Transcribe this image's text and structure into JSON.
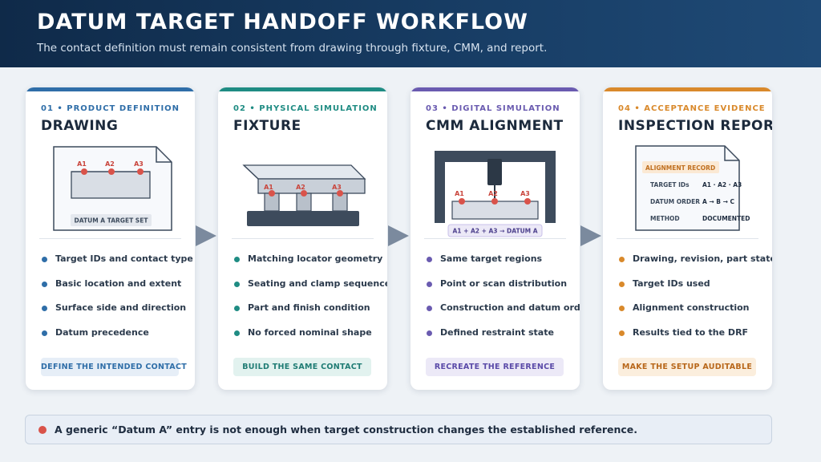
{
  "header": {
    "title": "DATUM TARGET HANDOFF WORKFLOW",
    "subtitle": "The contact definition must remain consistent from drawing through fixture, CMM, and report."
  },
  "colors": {
    "drawing": "#2f6ea8",
    "fixture": "#1f8c83",
    "cmm": "#6a5bb0",
    "report": "#d9892b",
    "target_dot": "#d9534a",
    "header_bg": "#0f2a49"
  },
  "cards": [
    {
      "step": "01 • PRODUCT DEFINITION",
      "title": "DRAWING",
      "illustration": {
        "targets": [
          "A1",
          "A2",
          "A3"
        ],
        "caption": "DATUM A TARGET SET"
      },
      "bullets": [
        "Target IDs and contact type",
        "Basic location and extent",
        "Surface side and direction",
        "Datum precedence"
      ],
      "pill": "DEFINE THE INTENDED CONTACT"
    },
    {
      "step": "02 • PHYSICAL SIMULATION",
      "title": "FIXTURE",
      "illustration": {
        "targets": [
          "A1",
          "A2",
          "A3"
        ]
      },
      "bullets": [
        "Matching locator geometry",
        "Seating and clamp sequence",
        "Part and finish condition",
        "No forced nominal shape"
      ],
      "pill": "BUILD THE SAME CONTACT"
    },
    {
      "step": "03 • DIGITAL SIMULATION",
      "title": "CMM ALIGNMENT",
      "illustration": {
        "targets": [
          "A1",
          "A2",
          "A3"
        ],
        "caption": "A1 + A2 + A3 → DATUM A"
      },
      "bullets": [
        "Same target regions",
        "Point or scan distribution",
        "Construction and datum order",
        "Defined restraint state"
      ],
      "pill": "RECREATE THE REFERENCE"
    },
    {
      "step": "04 • ACCEPTANCE EVIDENCE",
      "title": "INSPECTION REPORT",
      "illustration": {
        "record_title": "ALIGNMENT RECORD",
        "rows": [
          {
            "label": "TARGET IDs",
            "value": "A1 · A2 · A3"
          },
          {
            "label": "DATUM ORDER",
            "value": "A → B → C"
          },
          {
            "label": "METHOD",
            "value": "DOCUMENTED"
          }
        ]
      },
      "bullets": [
        "Drawing, revision, part state",
        "Target IDs used",
        "Alignment construction",
        "Results tied to the DRF"
      ],
      "pill": "MAKE THE SETUP AUDITABLE"
    }
  ],
  "callout": {
    "text": "A generic “Datum A” entry is not enough when target construction changes the established reference."
  }
}
